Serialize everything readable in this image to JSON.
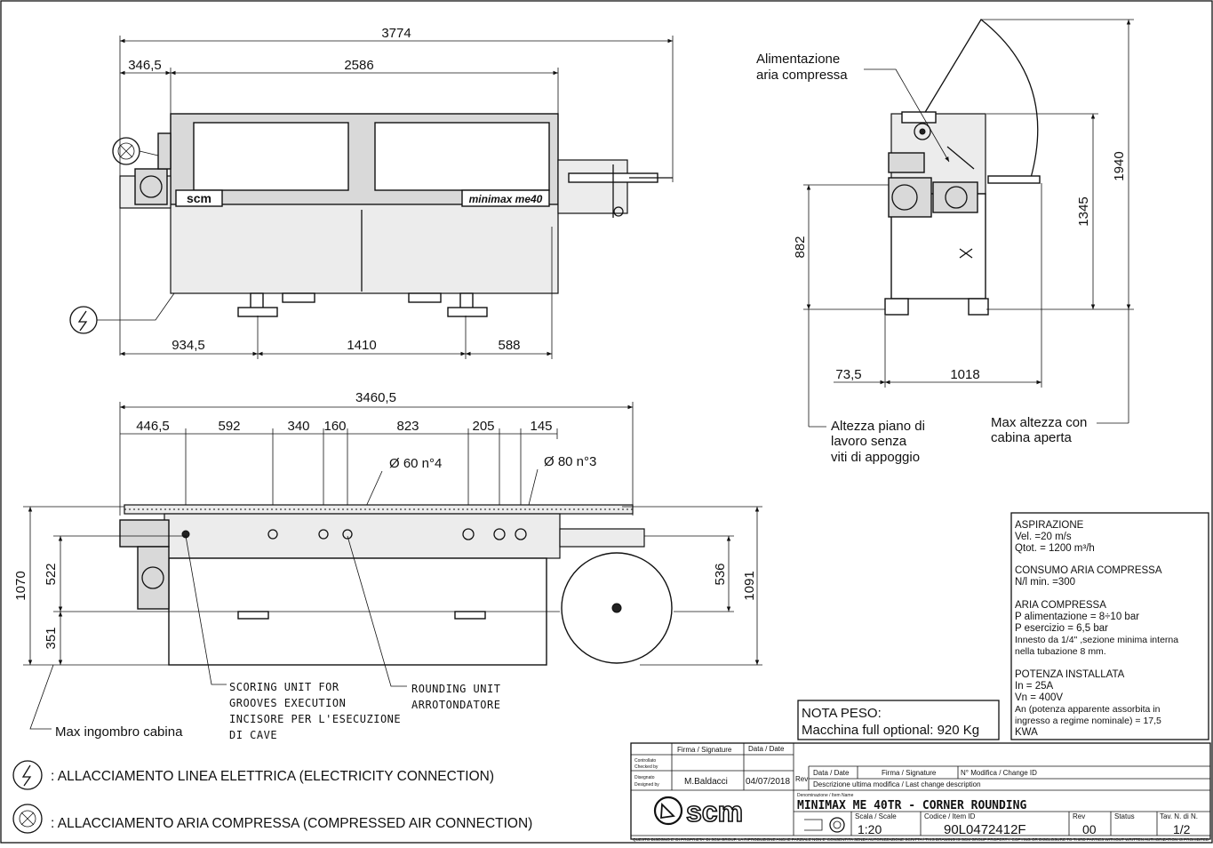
{
  "dimensions": {
    "front": {
      "total": "3774",
      "left": "346,5",
      "body": "2586",
      "bottom_left": "934,5",
      "bottom_mid": "1410",
      "bottom_right": "588"
    },
    "side": {
      "height_max": "1940",
      "height_body": "1345",
      "work_height": "882",
      "base_left": "73,5",
      "base_width": "1018"
    },
    "top": {
      "total": "3460,5",
      "segments": [
        "446,5",
        "592",
        "340",
        "160",
        "823",
        "205",
        "145"
      ],
      "holes_small": "Ø 60  n°4",
      "holes_large": "Ø 80  n°3",
      "depth_total": "1070",
      "depth_upper": "522",
      "depth_lower": "351",
      "right_total": "1091",
      "right_upper": "536"
    }
  },
  "machine": {
    "brand": "scm",
    "model": "minimax me40"
  },
  "labels": {
    "air_supply": [
      "Alimentazione",
      "aria compressa"
    ],
    "work_height": [
      "Altezza piano di",
      "lavoro senza",
      "viti di appoggio"
    ],
    "max_height": [
      "Max altezza con",
      "cabina aperta"
    ],
    "scoring_unit": [
      "SCORING UNIT FOR",
      "GROOVES EXECUTION",
      "INCISORE PER L'ESECUZIONE",
      "DI CAVE"
    ],
    "rounding_unit": [
      "ROUNDING UNIT",
      "ARROTONDATORE"
    ],
    "max_cabin": "Max ingombro cabina"
  },
  "weight_note": {
    "title": "NOTA PESO:",
    "value": "Macchina full optional: 920 Kg"
  },
  "specs": [
    {
      "title": "ASPIRAZIONE",
      "lines": [
        "Vel. =20 m/s",
        "Qtot. = 1200 m³/h"
      ]
    },
    {
      "title": "CONSUMO ARIA COMPRESSA",
      "lines": [
        "N/l min. =300"
      ]
    },
    {
      "title": "ARIA COMPRESSA",
      "lines": [
        "P alimentazione = 8÷10 bar",
        "P esercizio = 6,5 bar",
        "Innesto da 1/4\" ,sezione minima interna",
        "nella tubazione 8 mm."
      ]
    },
    {
      "title": "POTENZA INSTALLATA",
      "lines": [
        "In = 25A",
        "Vn = 400V",
        "An (potenza apparente assorbita in",
        "ingresso a regime nominale) = 17,5",
        "KWA"
      ]
    }
  ],
  "legend": {
    "electric": ": ALLACCIAMENTO LINEA ELETTRICA (ELECTRICITY CONNECTION)",
    "air": ": ALLACCIAMENTO ARIA COMPRESSA (COMPRESSED AIR CONNECTION)"
  },
  "title_block": {
    "firma_signature": "Firma / Signature",
    "data_date": "Data / Date",
    "controllato": "Controllato",
    "checked_by": "Checked by",
    "disegnato": "Disegnato",
    "designed_by": "Designed by",
    "designer": "M.Baldacci",
    "date": "04/07/2018",
    "rev_label": "Rev",
    "data_date2": "Data / Date",
    "firma_signature2": "Firma / Signature",
    "change_id": "N° Modifica / Change ID",
    "desc_label": "Descrizione ultima modifica / Last change description",
    "item_name_label": "Denominazione / Item Name",
    "item_name": "MINIMAX ME 40TR - CORNER ROUNDING",
    "scale_label": "Scala / Scale",
    "scale": "1:20",
    "item_id_label": "Codice / Item ID",
    "item_id": "90L0472412F",
    "rev_label2": "Rev",
    "rev": "00",
    "status_label": "Status",
    "sheet_label": "Tav. N. di N.",
    "sheet": "1/2",
    "logo": "scm",
    "footer": "QUESTO DISEGNO E' DI PROPRIETA' DI SCM GROUP. LA RIPRODUZIONE ANCHE PARZIALE NON E' CONSENTITA SENZA AUTORIZZAZIONE SCRITTA / THIS DRAWING IS SCM GROUP PROPERTY. COPYING OR DISCLOSURE TO THIRD PARTIES WITHOUT WRITTEN AUTHORIZATION IS PROHIBITED"
  }
}
